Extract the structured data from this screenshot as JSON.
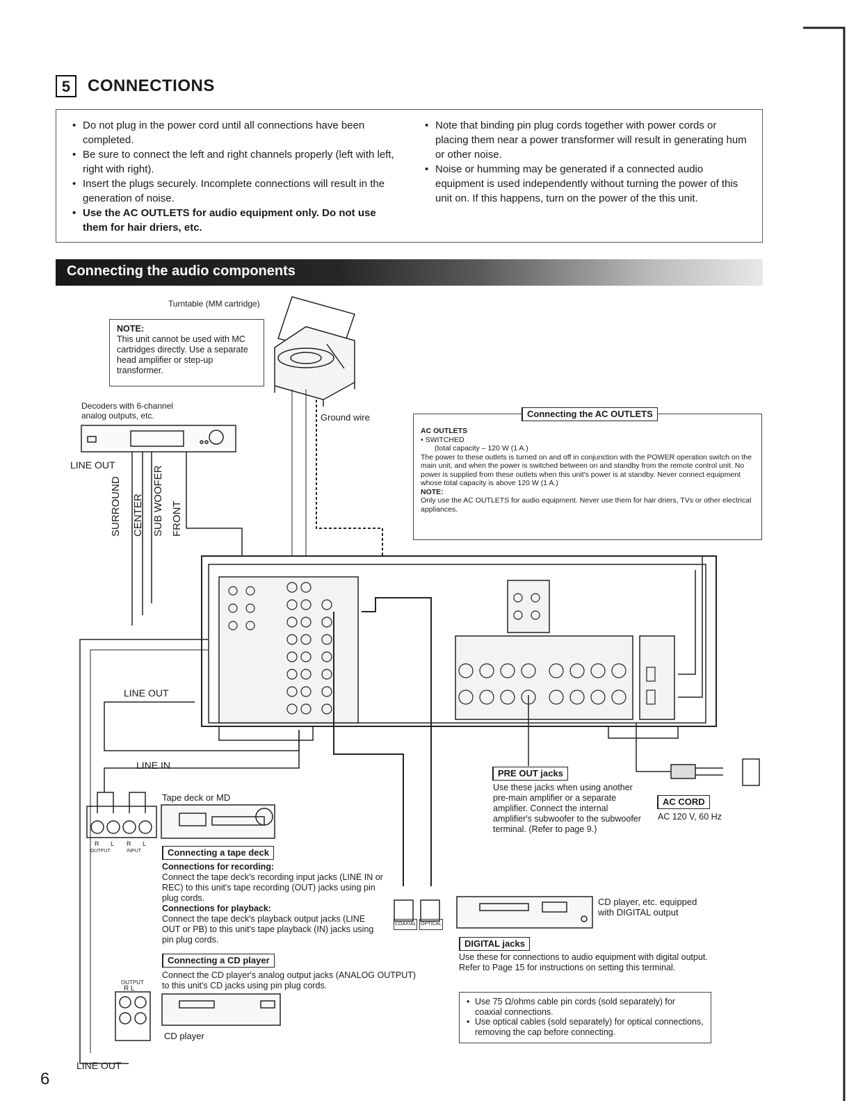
{
  "section": {
    "number": "5",
    "title": "CONNECTIONS"
  },
  "cautions": {
    "left": [
      {
        "text": "Do not plug in the power cord until all connections have been completed.",
        "bold": false
      },
      {
        "text": "Be sure to connect the left and right channels properly (left with left, right with right).",
        "bold": false
      },
      {
        "text": "Insert the plugs securely. Incomplete connections will result in the generation of noise.",
        "bold": false
      },
      {
        "text": "Use the AC OUTLETS for audio equipment only. Do not use them for hair driers, etc.",
        "bold": true
      }
    ],
    "right": [
      {
        "text": "Note that binding pin plug cords together with power cords or placing them near a power transformer will result in generating hum or other noise.",
        "bold": false
      },
      {
        "text": "Noise or humming may be generated if a connected audio equipment is used independently without turning the power of this unit on. If this happens, turn on the power of the this unit.",
        "bold": false
      }
    ]
  },
  "banner": "Connecting the audio components",
  "turntable_label": "Turntable (MM cartridge)",
  "note_box": {
    "title": "NOTE:",
    "text": "This unit cannot be used with MC cartridges directly. Use a separate head amplifier or step-up transformer."
  },
  "decoder": {
    "label": "Decoders with 6-channel analog outputs, etc.",
    "line_out": "LINE OUT",
    "channels": [
      "SURROUND",
      "CENTER",
      "SUB WOOFER",
      "FRONT"
    ]
  },
  "ground_wire": "Ground wire",
  "ac_outlets": {
    "tag": "Connecting the AC OUTLETS",
    "heading": "AC OUTLETS",
    "switched": "SWITCHED",
    "capacity": "(total capacity – 120 W (1 A.)",
    "body": "The power to these outlets is turned on and off in conjunction with the POWER operation switch on the main unit, and when the power is switched between on and standby from the remote control unit. No power is supplied from these outlets when this unit's power is at standby. Never connect equipment whose total capacity is above 120 W (1 A.)",
    "note_title": "NOTE:",
    "note": "Only use the AC OUTLETS for audio equipment. Never use them for hair driers, TVs or other electrical appliances."
  },
  "line_out_mid": "LINE OUT",
  "line_in": "LINE IN",
  "tape": {
    "label": "Tape deck or MD",
    "jack_letters": [
      "R",
      "L",
      "R",
      "L"
    ],
    "output": "OUTPUT",
    "input": "INPUT",
    "tag": "Connecting a tape deck",
    "rec_title": "Connections for recording:",
    "rec_text": "Connect the tape deck's recording input jacks (LINE IN or REC) to this unit's tape recording (OUT) jacks using pin plug cords.",
    "play_title": "Connections for playback:",
    "play_text": "Connect the tape deck's playback output jacks (LINE OUT or PB) to this unit's tape playback (IN) jacks using pin plug cords."
  },
  "cd": {
    "tag": "Connecting a CD player",
    "text": "Connect the CD player's analog output jacks (ANALOG OUTPUT) to this unit's CD jacks using pin plug cords.",
    "output": "OUTPUT",
    "rl": "R L",
    "label": "CD player",
    "line_out": "LINE OUT"
  },
  "digital": {
    "coaxial": "COAXIAL",
    "optical": "OPTICAL",
    "cd_label": "CD player, etc. equipped with DIGITAL output",
    "tag": "DIGITAL jacks",
    "text": "Use these for connections to audio equipment with digital output. Refer to Page 15 for instructions on setting this terminal.",
    "bullets": [
      "Use 75 Ω/ohms cable pin cords (sold separately) for coaxial connections.",
      "Use optical cables (sold separately) for optical connections, removing the cap before connecting."
    ]
  },
  "pre_out": {
    "tag": "PRE OUT jacks",
    "text": "Use these jacks when using another pre-main amplifier or a separate amplifier. Connect the internal amplifier's subwoofer to the subwoofer terminal. (Refer to page 9.)"
  },
  "ac_cord": {
    "tag": "AC CORD",
    "spec": "AC 120 V, 60 Hz"
  },
  "page_number": "6"
}
